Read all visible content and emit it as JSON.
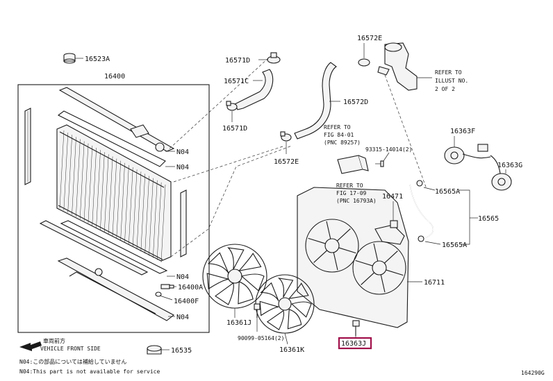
{
  "labels": {
    "p16523A": "16523A",
    "p16400": "16400",
    "p16571D_top": "16571D",
    "p16571C": "16571C",
    "p16571D_bot": "16571D",
    "p16572E_top": "16572E",
    "p16572D": "16572D",
    "p16572E_bot": "16572E",
    "p93315": "93315-14014(2)",
    "p16363F": "16363F",
    "p16363G": "16363G",
    "p16565A_top": "16565A",
    "p16565": "16565",
    "p16565A_bot": "16565A",
    "p16471": "16471",
    "p16711": "16711",
    "p16400A": "16400A",
    "p16400F": "16400F",
    "p16361J": "16361J",
    "p90099": "90099-05164(2)",
    "p16361K": "16361K",
    "p16363J": "16363J",
    "p16535": "16535",
    "n04_1": "N04",
    "n04_2": "N04",
    "n04_3": "N04",
    "n04_4": "N04"
  },
  "refs": {
    "illust_l1": "REFER TO",
    "illust_l2": "ILLUST NO.",
    "illust_l3": "2 OF 2",
    "fig84_l1": "REFER TO",
    "fig84_l2": "FIG 84-01",
    "fig84_l3": "(PNC 89257)",
    "fig17_l1": "REFER TO",
    "fig17_l2": "FIG 17-09",
    "fig17_l3": "(PNC 16793A)"
  },
  "legend": {
    "vehicle_jp": "車両前方",
    "vehicle_en": "VEHICLE FRONT SIDE",
    "note_jp": "N04:この部品については補給していません",
    "note_en": "N04:This part is not available for service"
  },
  "diagram_id": "164290G",
  "highlight": {
    "part": "16363J",
    "color": "#a0104a"
  }
}
